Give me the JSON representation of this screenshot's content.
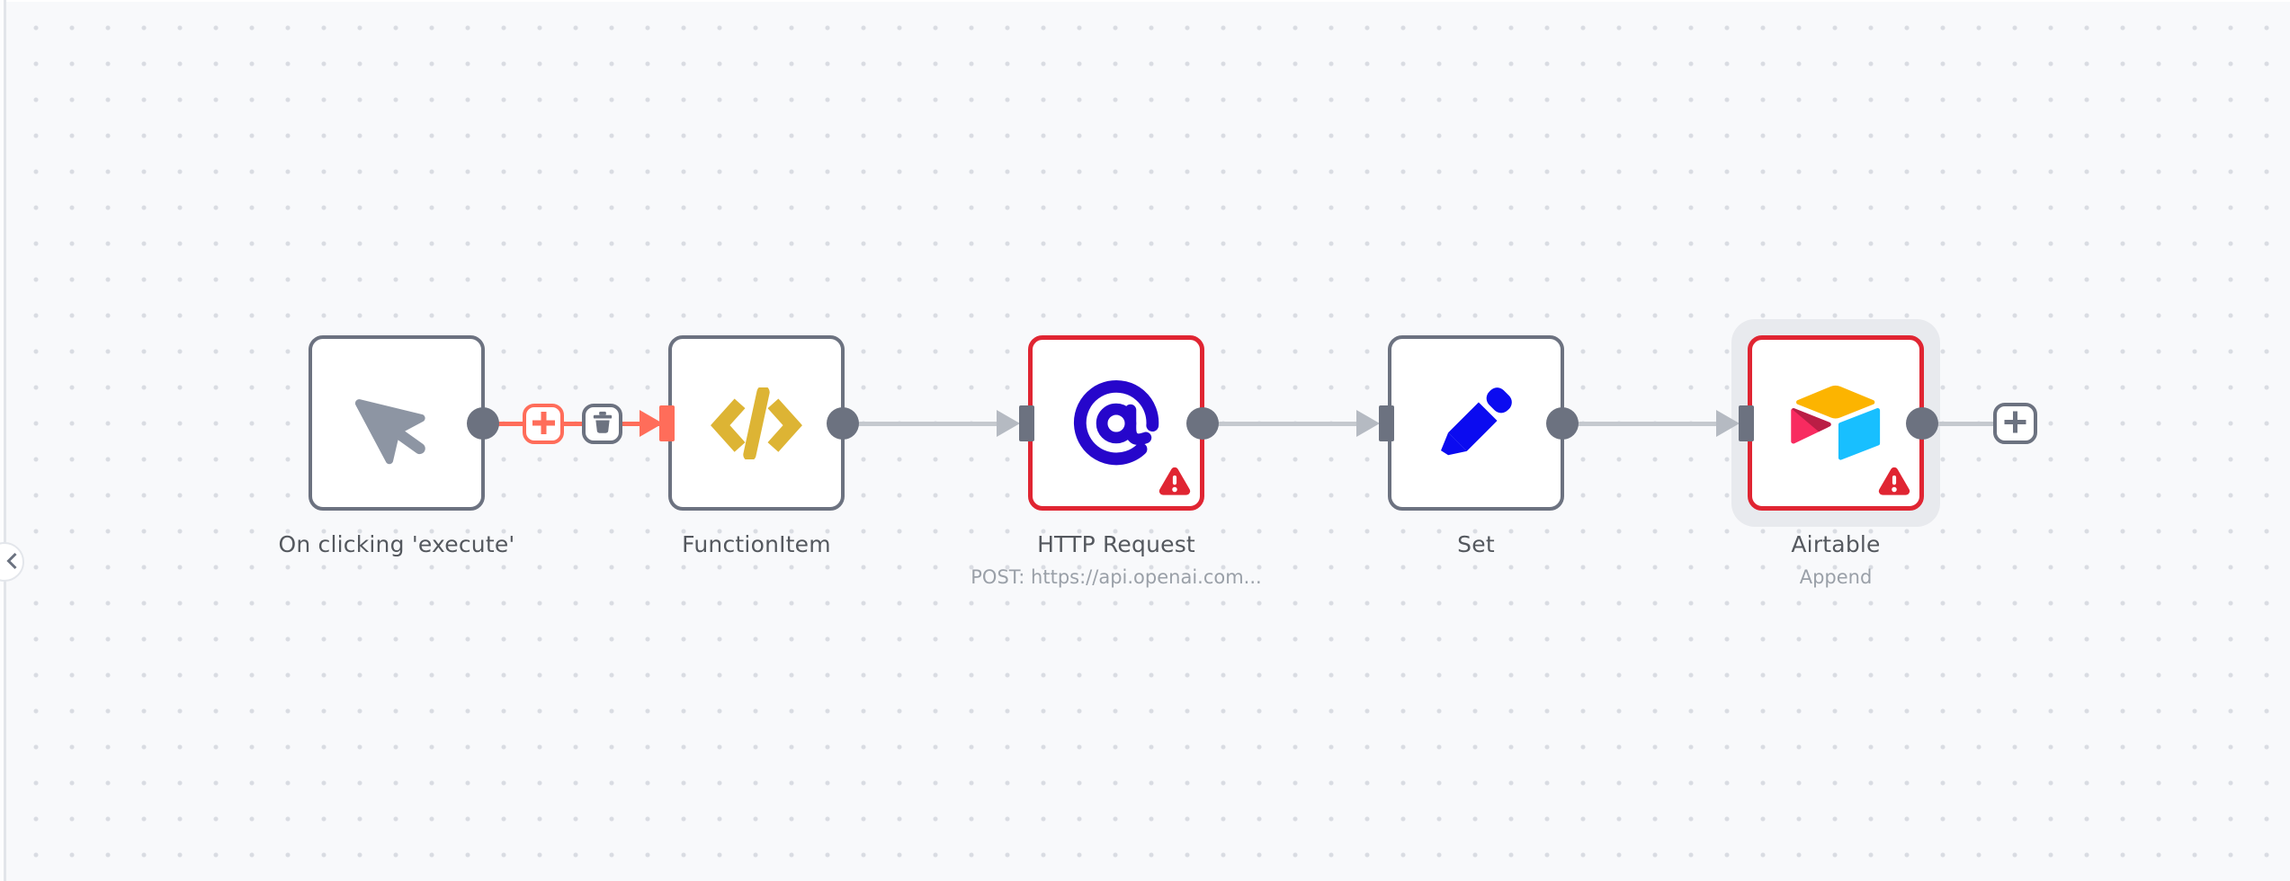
{
  "app": "n8n-workflow-canvas",
  "canvas": {
    "background_color": "#f8f9fb",
    "dot_grid_color": "#d9dce2"
  },
  "colors": {
    "node_border_gray": "#6c7280",
    "error_red": "#e02532",
    "hover_accent_salmon": "#ff6d5a",
    "connection_gray": "#c5c9cf",
    "endpoint_gray": "#6c7280",
    "title_text": "#54585e",
    "subtitle_text": "#9aa0a8",
    "function_gold": "#ddb434",
    "http_blue": "#2606cb",
    "set_blue": "#0b0bf0",
    "airtable_yellow": "#fcb400",
    "airtable_pink": "#f82b60",
    "airtable_dark_pink": "#ba1e45",
    "airtable_cyan": "#18bfff",
    "cursor_gray": "#8d95a3"
  },
  "sidebar_toggle": {
    "icon": "chevron-left-icon"
  },
  "nodes": [
    {
      "title": "On clicking 'execute'",
      "subtitle": "",
      "icon": "mouse-pointer-icon",
      "error": false,
      "selected": false
    },
    {
      "title": "FunctionItem",
      "subtitle": "",
      "icon": "code-icon",
      "error": false,
      "selected": false
    },
    {
      "title": "HTTP Request",
      "subtitle": "POST: https://api.openai.com...",
      "icon": "at-symbol-icon",
      "error": true,
      "selected": false
    },
    {
      "title": "Set",
      "subtitle": "",
      "icon": "pencil-icon",
      "error": false,
      "selected": false
    },
    {
      "title": "Airtable",
      "subtitle": "Append",
      "icon": "airtable-logo-icon",
      "error": true,
      "selected": true
    }
  ],
  "connection_toolbar": {
    "add_button_icon": "plus-icon",
    "delete_button_icon": "trash-icon"
  },
  "add_node_button_icon": "plus-icon",
  "error_badge_icon": "warning-triangle-icon"
}
